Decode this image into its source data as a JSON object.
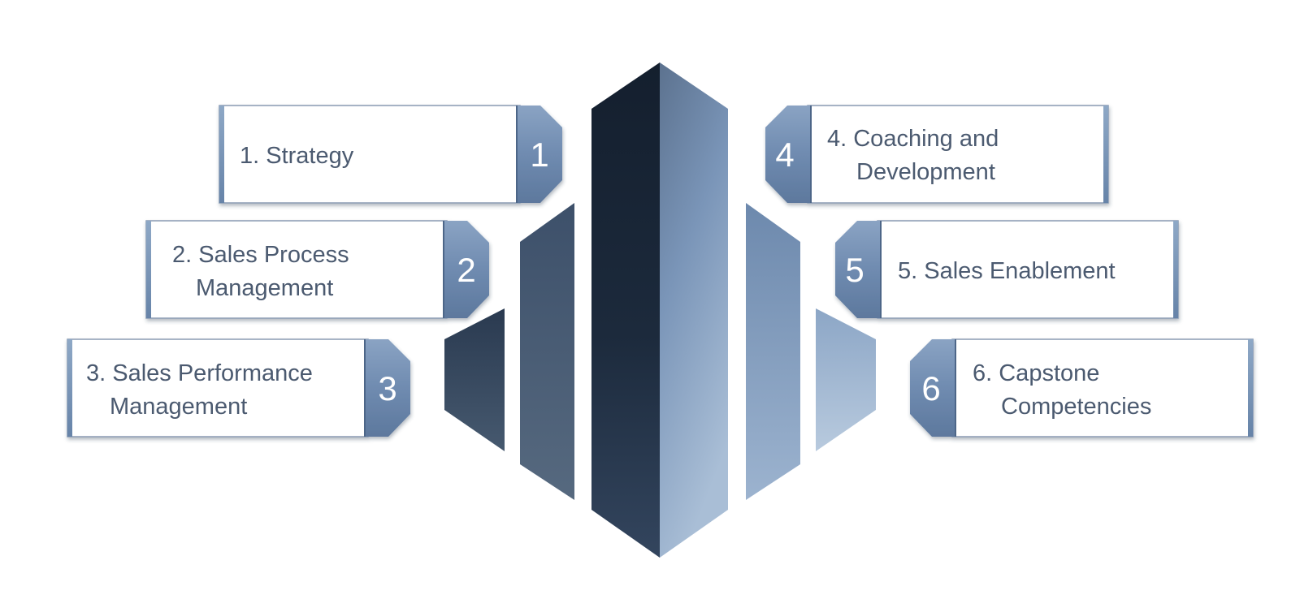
{
  "items": [
    {
      "number": "1",
      "line1": "1. Strategy",
      "line2": ""
    },
    {
      "number": "2",
      "line1": "2. Sales Process",
      "line2": "Management"
    },
    {
      "number": "3",
      "line1": "3. Sales Performance",
      "line2": "Management"
    },
    {
      "number": "4",
      "line1": "4. Coaching and",
      "line2": "Development"
    },
    {
      "number": "5",
      "line1": "5. Sales Enablement",
      "line2": ""
    },
    {
      "number": "6",
      "line1": "6. Capstone",
      "line2": "Competencies"
    }
  ]
}
